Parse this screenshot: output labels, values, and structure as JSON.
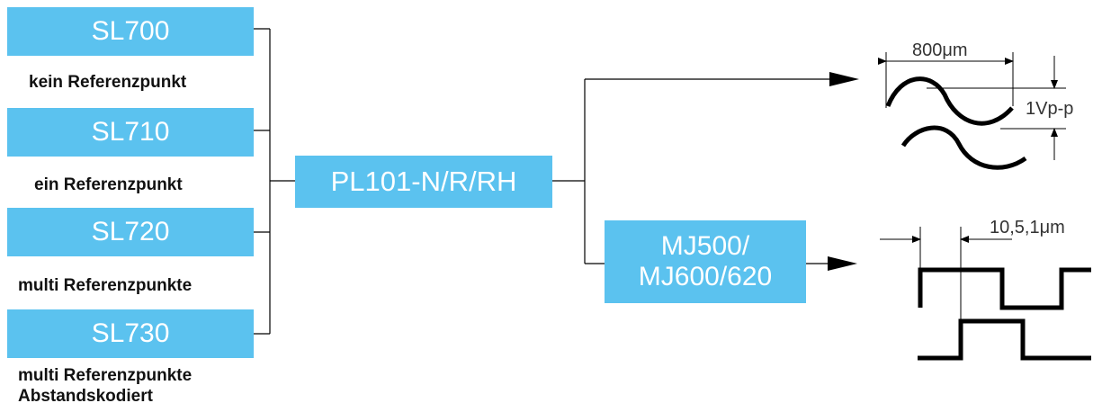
{
  "colors": {
    "box_fill": "#5bc2ef",
    "box_text": "#ffffff",
    "line": "#000000",
    "caption": "#111111"
  },
  "scales": [
    {
      "label": "SL700",
      "caption": "kein Referenzpunkt"
    },
    {
      "label": "SL710",
      "caption": "ein Referenzpunkt"
    },
    {
      "label": "SL720",
      "caption": "multi Referenzpunkte"
    },
    {
      "label": "SL730",
      "caption": "multi Referenzpunkte\nAbstandskodiert"
    }
  ],
  "readhead": {
    "label": "PL101-N/R/RH"
  },
  "interpolator": {
    "label": "MJ500/\nMJ600/620"
  },
  "analog_signal": {
    "period_label": "800μm",
    "amplitude_label": "1Vp-p"
  },
  "digital_signal": {
    "resolution_label": "10,5,1μm"
  }
}
